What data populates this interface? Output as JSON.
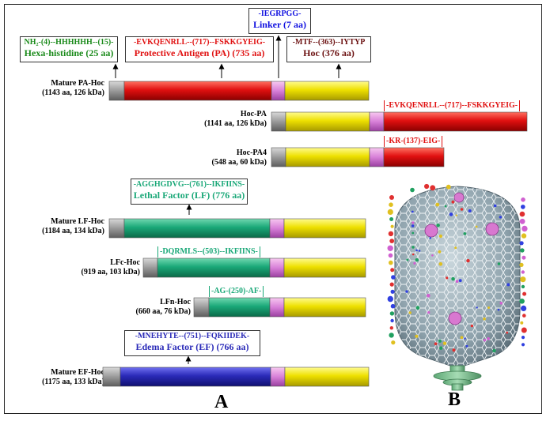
{
  "panel_a_label": "A",
  "panel_b_label": "B",
  "boxes": {
    "hexa": {
      "seq": "NH₂-(4)--HHHHHH--(15)-",
      "name": "Hexa-histidine (25 aa)"
    },
    "pa": {
      "seq": "-EVKQENRLL--(717)--FSKKGYEIG-",
      "name": "Protective Antigen (PA) (735 aa)"
    },
    "linker": {
      "seq": "-IEGRPGG-",
      "name": "Linker (7 aa)"
    },
    "hoc": {
      "seq": "-MTF--(363)--IYTYP",
      "name": "Hoc (376 aa)"
    },
    "lf": {
      "seq": "-AGGHGDVG--(761)--IKFIINS-",
      "name": "Lethal Factor (LF) (776 aa)"
    },
    "ef": {
      "seq": "-MNEHYTE--(751)--FQKIIDEK-",
      "name": "Edema Factor (EF) (766 aa)"
    }
  },
  "constructs": {
    "mature_pa_hoc": {
      "name": "Mature PA-Hoc",
      "info": "(1143 aa, 126 kDa)"
    },
    "hoc_pa": {
      "name": "Hoc-PA",
      "info": "(1141 aa, 126 kDa)",
      "seg": "-EVKQENRLL--(717)--FSKKGYEIG-"
    },
    "hoc_pa4": {
      "name": "Hoc-PA4",
      "info": "(548 aa, 60 kDa)",
      "seg": "-KR-(137)-EIG-"
    },
    "mature_lf_hoc": {
      "name": "Mature LF-Hoc",
      "info": "(1184 aa, 134 kDa)"
    },
    "lfc_hoc": {
      "name": "LFc-Hoc",
      "info": "(919 aa, 103 kDa)",
      "seg": "-DQRMLS--(503)--IKFIINS-"
    },
    "lfn_hoc": {
      "name": "LFn-Hoc",
      "info": "(660 aa, 76 kDa)",
      "seg": "-AG-(250)-AF-"
    },
    "mature_ef_hoc": {
      "name": "Mature EF-Hoc",
      "info": "(1175 aa, 133 kDa)"
    }
  },
  "colors": {
    "hexa": "#1a8a1a",
    "pa": "#e01010",
    "linker": "#1010e0",
    "hoc": "#6b1010",
    "lf": "#1aa878",
    "ef": "#2a2ab8"
  }
}
